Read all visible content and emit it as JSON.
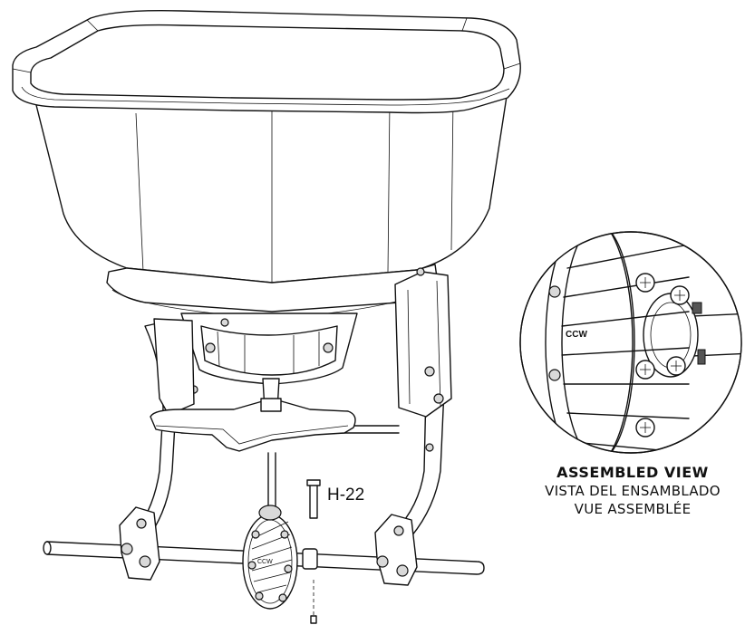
{
  "callout": {
    "part_label": "H-22"
  },
  "detail": {
    "rotation_mark": "CCW",
    "caption_en": "ASSEMBLED VIEW",
    "caption_es": "VISTA DEL ENSAMBLADO",
    "caption_fr": "VUE ASSEMBLÉE"
  }
}
